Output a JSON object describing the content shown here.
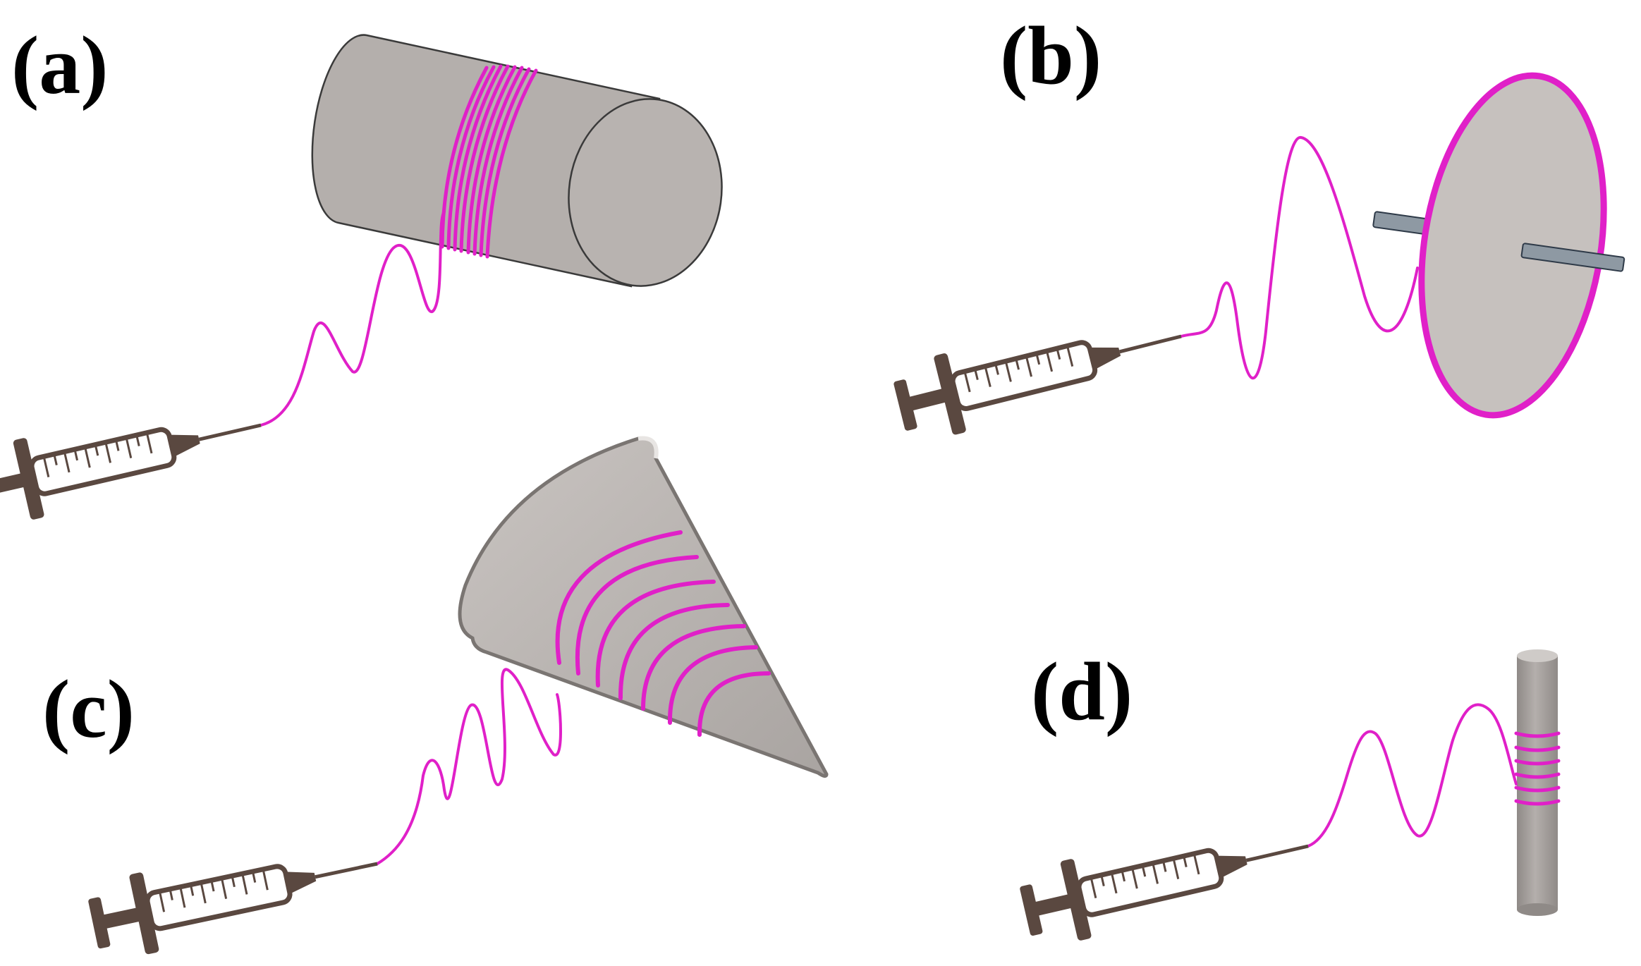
{
  "panels": {
    "a": {
      "label": "(a)",
      "collector": "rotating-drum"
    },
    "b": {
      "label": "(b)",
      "collector": "rotating-disc"
    },
    "c": {
      "label": "(c)",
      "collector": "cone"
    },
    "d": {
      "label": "(d)",
      "collector": "thin-rod"
    }
  },
  "colors": {
    "fiber": "#E020C8",
    "collector": "#B4AFAC",
    "collector_dark": "#8F8A87",
    "syringe_body": "#5A4840",
    "axle": "#8E99A3",
    "outline": "#3A3A3A"
  },
  "icons": [
    "syringe-icon",
    "drum-collector-icon",
    "disc-collector-icon",
    "cone-collector-icon",
    "rod-collector-icon"
  ]
}
